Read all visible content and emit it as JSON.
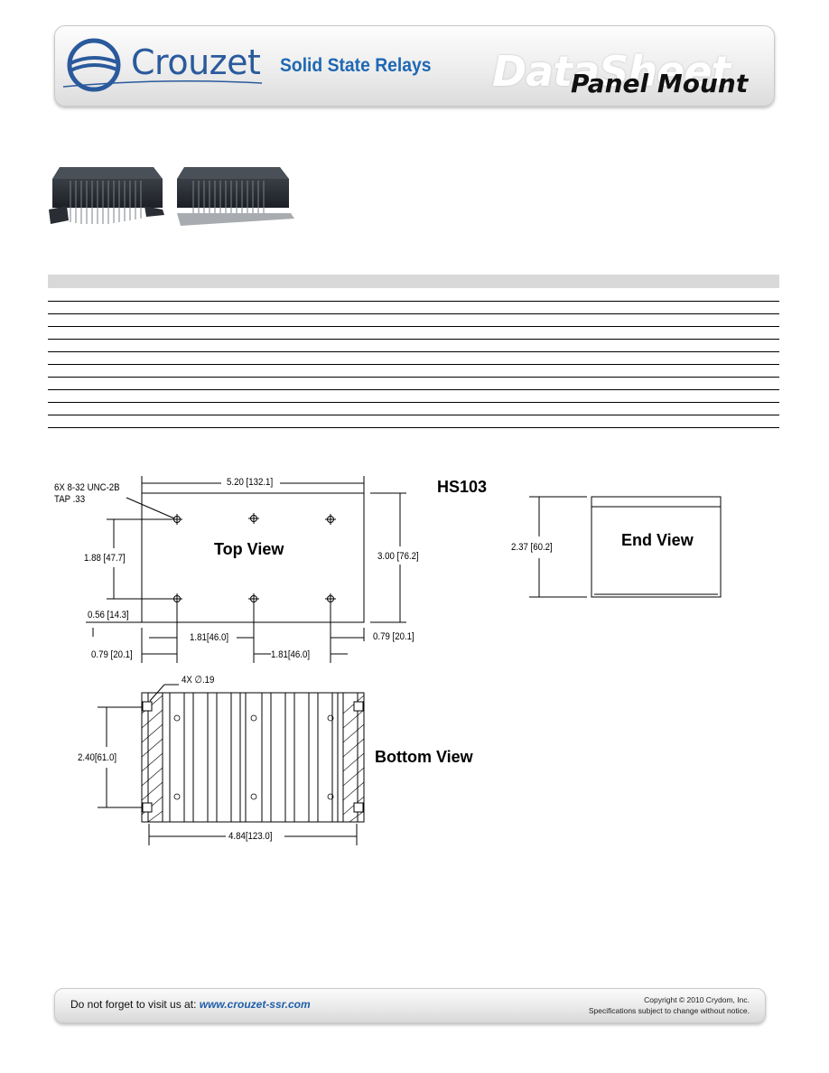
{
  "header": {
    "brand": "Crouzet",
    "subtitle": "Solid State Relays",
    "datasheet_word": "DataSheet",
    "category": "Panel Mount"
  },
  "product_photos": [
    {
      "name": "heatsink-photo-1"
    },
    {
      "name": "heatsink-photo-2"
    }
  ],
  "spec_table": {
    "header_row": "",
    "rows": [
      "",
      "",
      "",
      "",
      "",
      "",
      "",
      "",
      "",
      "",
      ""
    ]
  },
  "drawing": {
    "model": "HS103",
    "top_view": {
      "label": "Top View",
      "hole_note_1": "6X 8-32 UNC-2B",
      "hole_note_2": "TAP .33",
      "width": "5.20 [132.1]",
      "height": "3.00 [76.2]",
      "hole_row_spacing": "1.88 [47.7]",
      "bottom_offset": "0.56 [14.3]",
      "pitch_1": "1.81[46.0]",
      "pitch_2": "1.81[46.0]",
      "left_offset": "0.79 [20.1]",
      "right_offset": "0.79 [20.1]"
    },
    "end_view": {
      "label": "End View",
      "height": "2.37 [60.2]"
    },
    "bottom_view": {
      "label": "Bottom View",
      "hole_note": "4X ∅.19",
      "hole_spacing": "2.40[61.0]",
      "length": "4.84[123.0]"
    }
  },
  "footer": {
    "visit_text": "Do not forget to visit us at:",
    "url": "www.crouzet-ssr.com",
    "copyright": "Copyright © 2010 Crydom, Inc.",
    "notice": "Specifications subject to change without notice."
  }
}
